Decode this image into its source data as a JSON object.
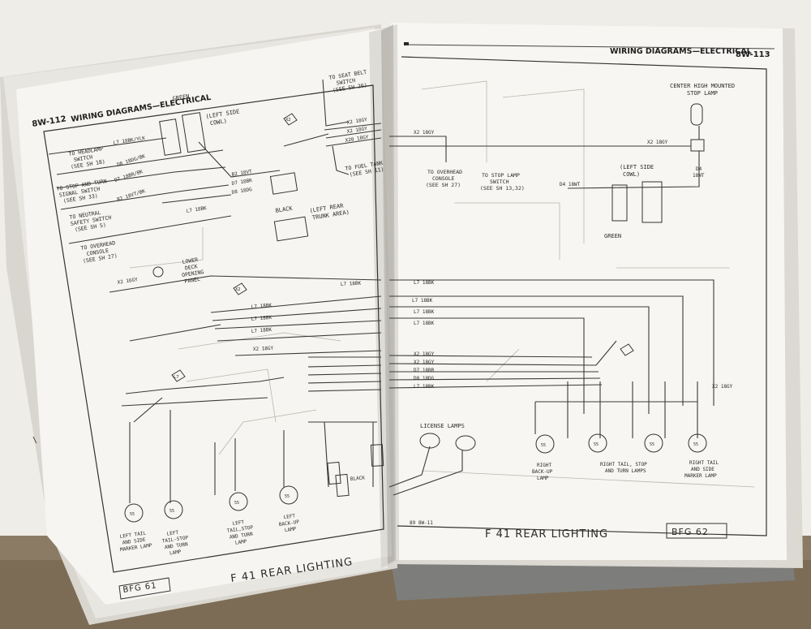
{
  "left_page": {
    "page_number": "8W-112",
    "header": "WIRING DIAGRAMS—ELECTRICAL",
    "title": "F 41 REAR LIGHTING",
    "code": "BFG 61",
    "connector_labels": {
      "green": "GREEN",
      "left_side_cowl": "(LEFT SIDE\nCOWL)",
      "black": "BLACK",
      "left_rear_trunk": "(LEFT REAR\nTRUNK AREA)",
      "black_low": "BLACK"
    },
    "refs": {
      "headlamp_switch": "TO HEADLAMP\nSWITCH\n(SEE SH 18)",
      "stop_turn_switch": "TO STOP AND TURN\nSIGNAL SWITCH\n(SEE SH 33)",
      "neutral_switch": "TO NEUTRAL\nSAFETY SWITCH\n(SEE SH 5)",
      "overhead_console": "TO OVERHEAD\nCONSOLE\n(SEE SH 27)",
      "seat_belt_switch": "TO SEAT BELT\nSWITCH\n(SEE SH 26)",
      "fuel_tank": "TO FUEL TANK\n(SEE SH 11)",
      "lower_deck": "LOWER\nDECK\nOPENING\nPANEL"
    },
    "wires": [
      "L7 18BK/YLK",
      "D8 18DG/BK",
      "D7 18BR/BK",
      "B2 18VT/BK",
      "B2 18VT",
      "D7 18BR",
      "D8 18DG",
      "L7 18BK",
      "X2 18GY",
      "X2 18GY",
      "X20 18GY",
      "X2 16GY",
      "L7 18BK",
      "L7 18BK",
      "L7 18BK",
      "L7 18BK",
      "X2 18GY"
    ],
    "splice_ids": [
      "X2",
      "L7",
      "X2"
    ],
    "lamps": [
      {
        "id": "55",
        "label": "LEFT TAIL\nAND SIDE\nMARKER LAMP"
      },
      {
        "id": "55",
        "label": "LEFT\nTAIL-STOP\nAND TURN\nLAMP"
      },
      {
        "id": "55",
        "label": "LEFT\nTAIL,STOP\nAND TURN\nLAMP"
      },
      {
        "id": "55",
        "label": "LEFT\nBACK-UP\nLAMP"
      }
    ]
  },
  "right_page": {
    "page_number": "8W-113",
    "header": "WIRING DIAGRAMS—ELECTRICAL",
    "title": "F 41 REAR LIGHTING",
    "code": "BFG 62",
    "footer_small": "89 8W-11",
    "labels": {
      "chmsl": "CENTER HIGH MOUNTED\nSTOP LAMP",
      "overhead_console": "TO OVERHEAD\nCONSOLE\n(SEE SH 27)",
      "stop_lamp_switch": "TO STOP LAMP\nSWITCH\n(SEE SH 13,32)",
      "left_side_cowl": "(LEFT SIDE\nCOWL)",
      "green": "GREEN",
      "license_lamps": "LICENSE LAMPS"
    },
    "wires": [
      "X2 18GY",
      "X2 18GY",
      "D4 18WT",
      "D4 18WT",
      "L7 18BK",
      "L7 18BK",
      "L7 18BK",
      "L7 18BK",
      "X2 18GY",
      "X2 18GY",
      "D7 18BR",
      "D8 18DG",
      "L7 18BK",
      "X2 18GY"
    ],
    "lamps": [
      {
        "id": "55",
        "label": "RIGHT\nBACK-UP\nLAMP"
      },
      {
        "id": "55",
        "label": "RIGHT TAIL, STOP\nAND TURN LAMPS"
      },
      {
        "id": "55",
        "label": ""
      },
      {
        "id": "55",
        "label": "RIGHT TAIL\nAND SIDE\nMARKER LAMP"
      }
    ]
  }
}
